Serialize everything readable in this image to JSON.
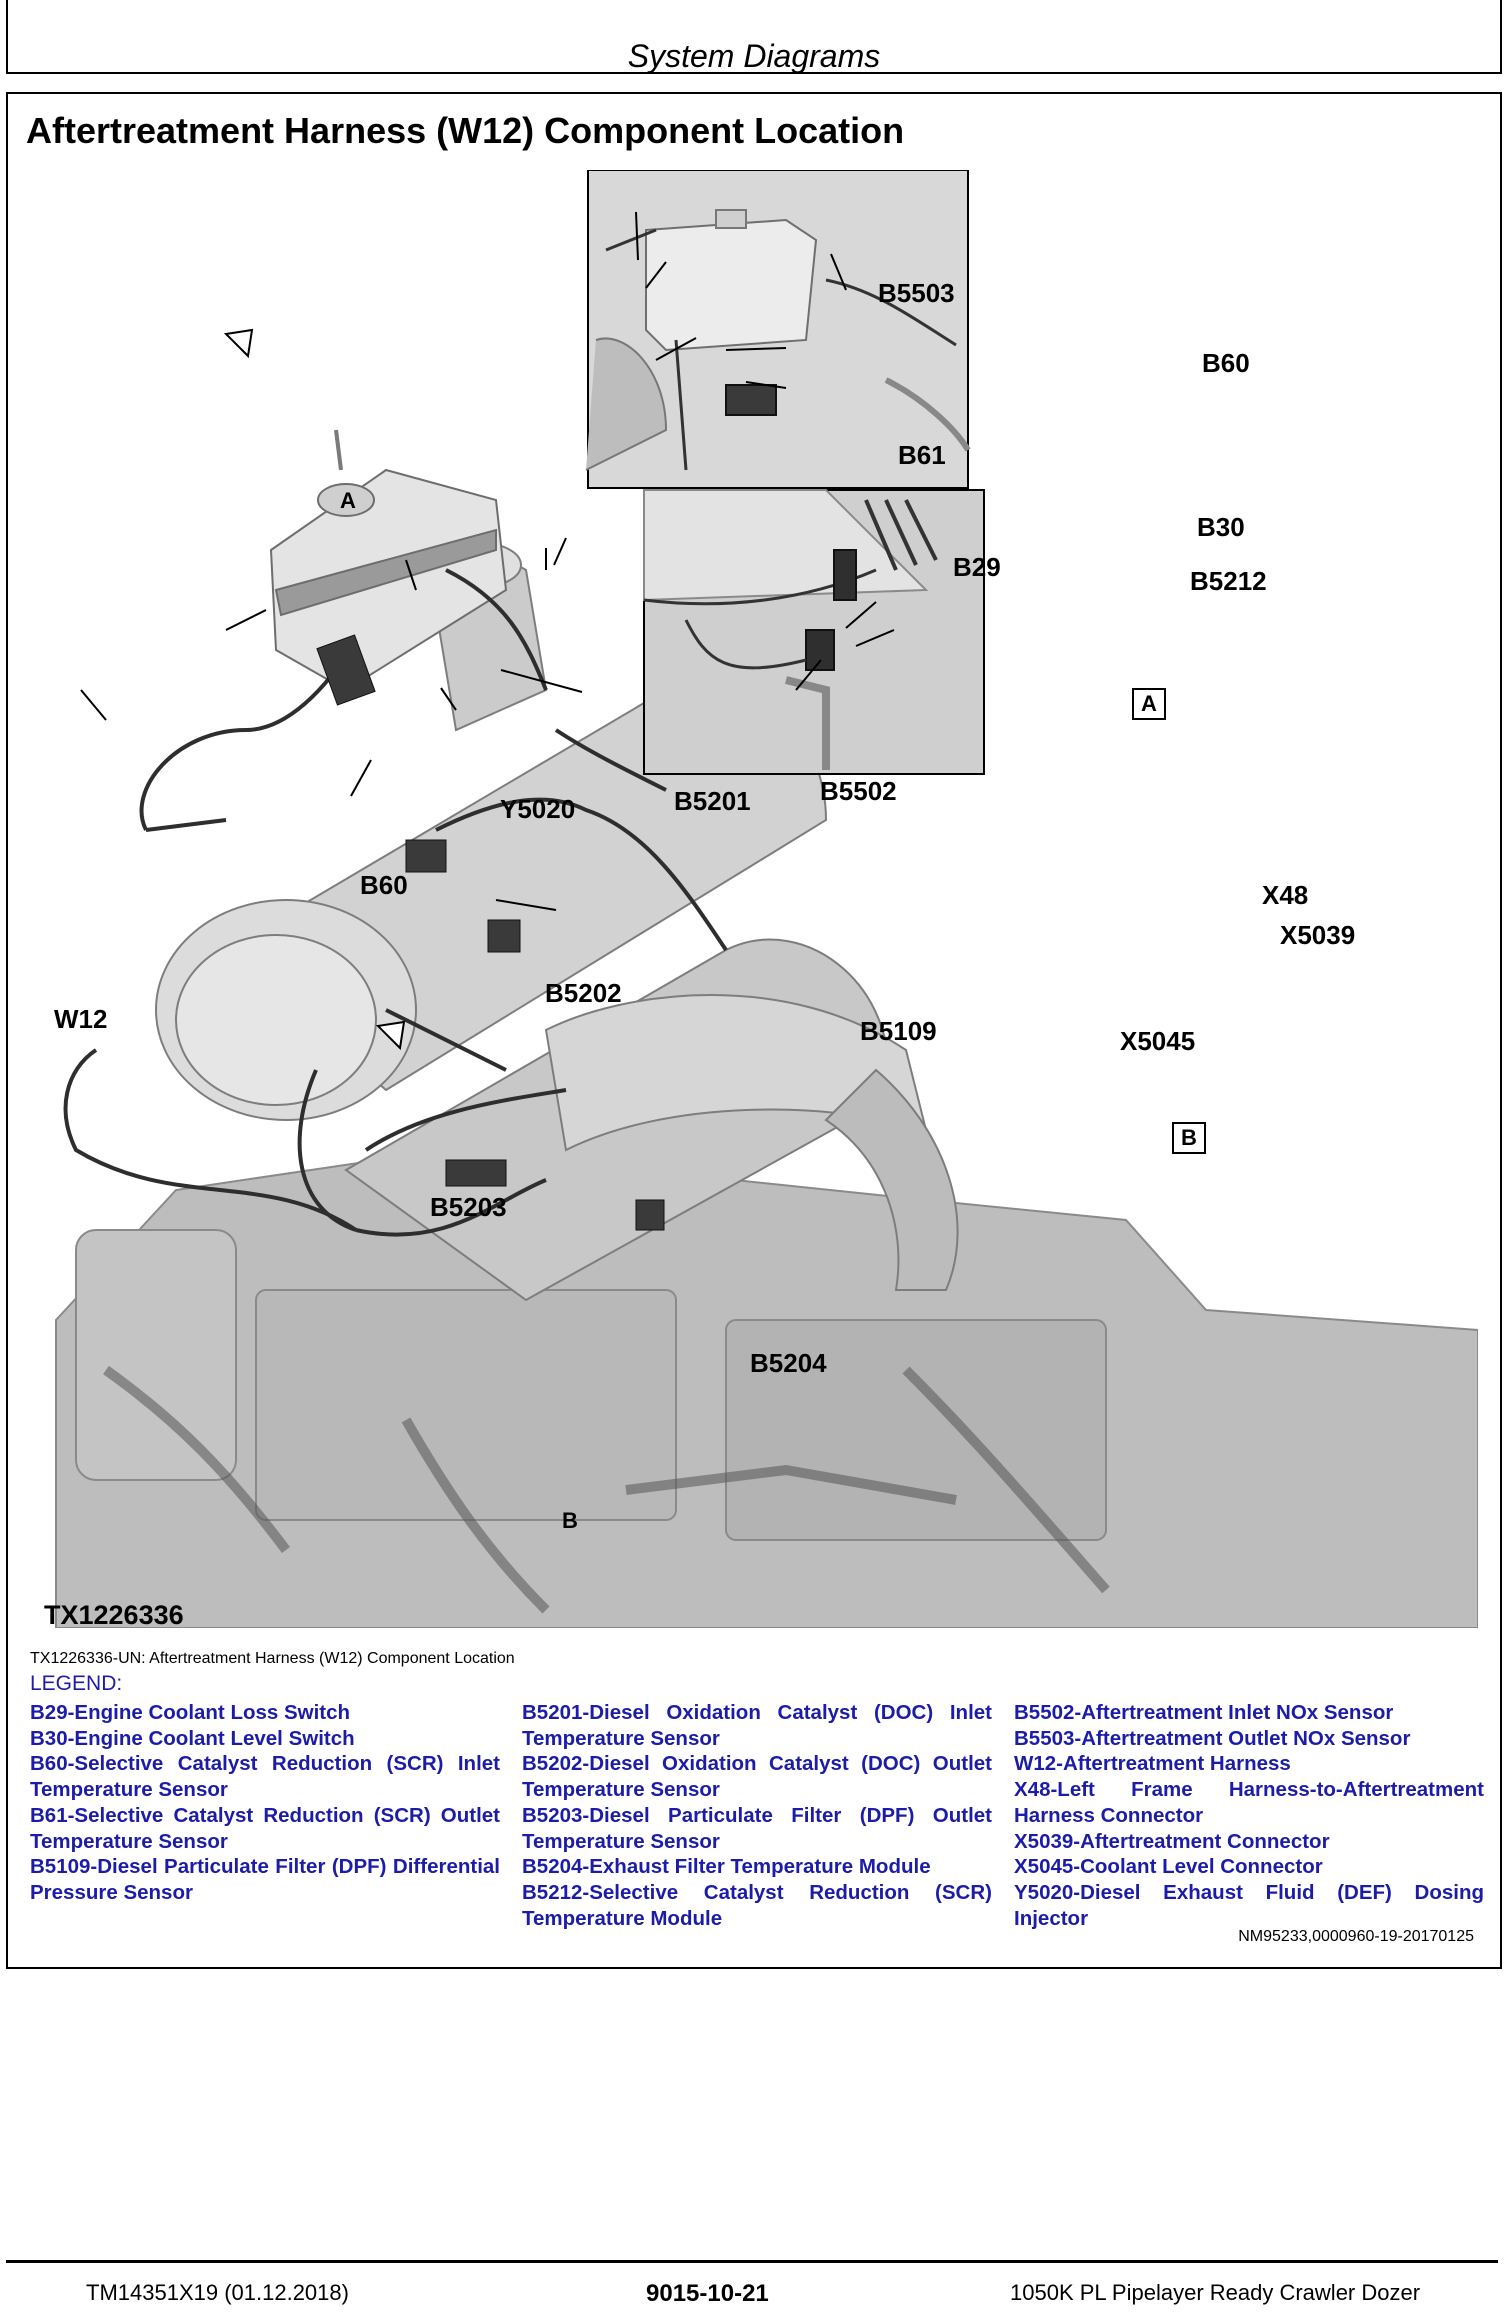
{
  "header": {
    "title": "System Diagrams"
  },
  "section": {
    "title": "Aftertreatment Harness (W12) Component Location"
  },
  "figure": {
    "callouts": {
      "b5503": "B5503",
      "b60_inset": "B60",
      "b61": "B61",
      "b30": "B30",
      "b29": "B29",
      "b5212": "B5212",
      "inset_a": "A",
      "x48": "X48",
      "x5039": "X5039",
      "x5045": "X5045",
      "inset_b": "B",
      "marker_a": "A",
      "marker_b": "B",
      "y5020": "Y5020",
      "b5201": "B5201",
      "b5502": "B5502",
      "b60_main": "B60",
      "w12": "W12",
      "b5202": "B5202",
      "b5109": "B5109",
      "b5203": "B5203",
      "b5204": "B5204"
    },
    "id": "TX1226336"
  },
  "caption": "TX1226336-UN: Aftertreatment Harness (W12) Component Location",
  "legend": {
    "heading": "LEGEND:",
    "col1": [
      "B29-Engine Coolant Loss Switch",
      "B30-Engine Coolant Level Switch",
      "B60-Selective Catalyst Reduction (SCR) Inlet Temperature Sensor",
      "B61-Selective Catalyst Reduction (SCR) Outlet Temperature Sensor",
      "B5109-Diesel Particulate Filter (DPF) Differential Pressure Sensor"
    ],
    "col2": [
      "B5201-Diesel Oxidation Catalyst (DOC) Inlet Temperature Sensor",
      "B5202-Diesel Oxidation Catalyst (DOC) Outlet Temperature Sensor",
      "B5203-Diesel Particulate Filter (DPF) Outlet Temperature Sensor",
      "B5204-Exhaust Filter Temperature Module",
      "B5212-Selective Catalyst Reduction (SCR) Temperature Module"
    ],
    "col3": [
      "B5502-Aftertreatment Inlet NOx Sensor",
      "B5503-Aftertreatment Outlet NOx Sensor",
      "W12-Aftertreatment Harness",
      "X48-Left Frame Harness-to-Aftertreatment Harness Connector",
      "X5039-Aftertreatment Connector",
      "X5045-Coolant Level Connector",
      "Y5020-Diesel Exhaust Fluid (DEF) Dosing Injector"
    ]
  },
  "doc_ref": "NM95233,0000960-19-20170125",
  "footer": {
    "left": "TM14351X19 (01.12.2018)",
    "center": "9015-10-21",
    "right": "1050K PL Pipelayer Ready Crawler Dozer"
  }
}
